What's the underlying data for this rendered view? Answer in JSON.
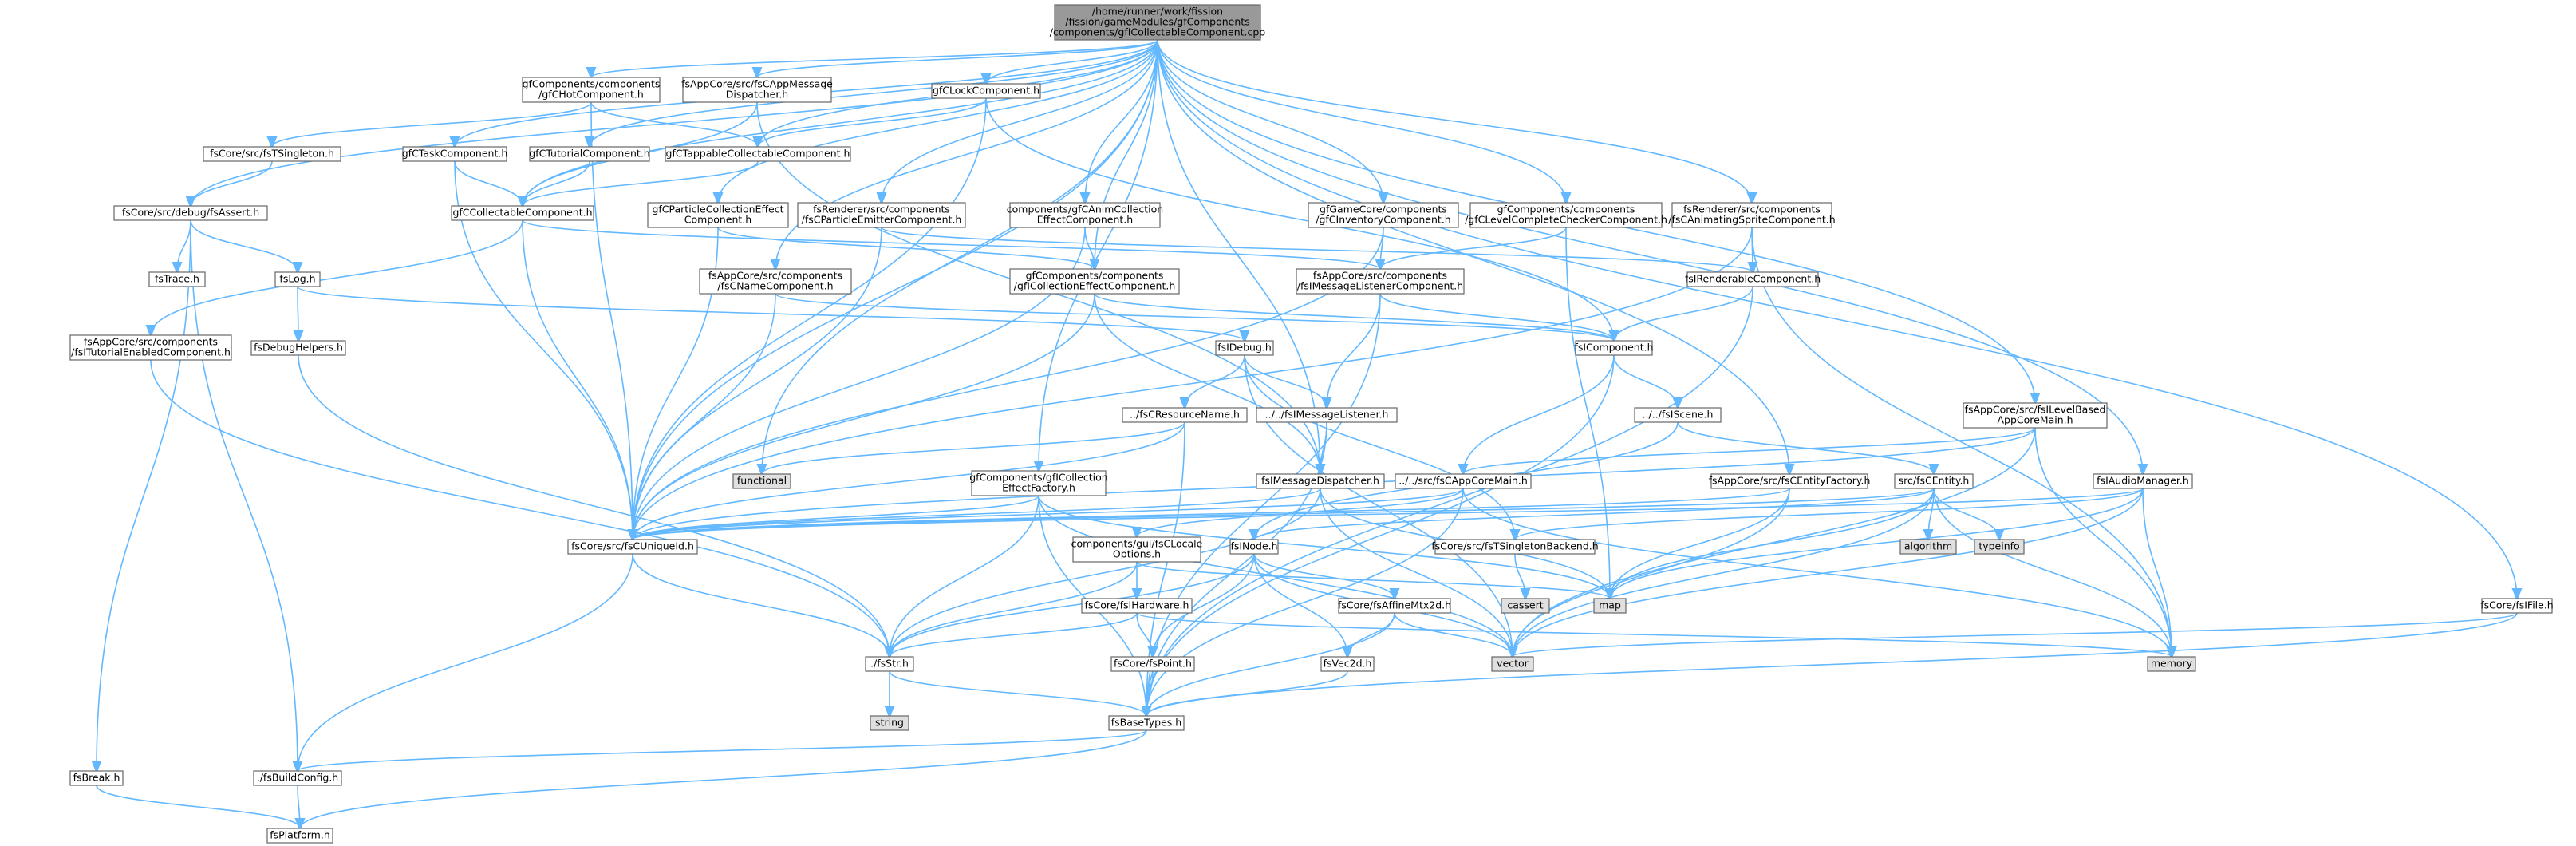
{
  "graph": {
    "colors": {
      "root_fill": "#999999",
      "node_fill": "#ffffff",
      "external_fill": "#e0e0e0",
      "edge": "#63b8ff",
      "border": "#666666"
    },
    "nodes": [
      {
        "id": "root",
        "lines": [
          "/home/runner/work/fission",
          "/fission/gameModules/gfComponents",
          "/components/gfICollectableComponent.cpp"
        ],
        "kind": "root"
      },
      {
        "id": "gfchot",
        "lines": [
          "gfComponents/components",
          "/gfCHotComponent.h"
        ],
        "kind": "normal"
      },
      {
        "id": "fsappmsg",
        "lines": [
          "fsAppCore/src/fsCAppMessage",
          "Dispatcher.h"
        ],
        "kind": "normal"
      },
      {
        "id": "gfclock",
        "lines": [
          "gfCLockComponent.h"
        ],
        "kind": "normal"
      },
      {
        "id": "fstsingleton",
        "lines": [
          "fsCore/src/fsTSingleton.h"
        ],
        "kind": "normal"
      },
      {
        "id": "gfctask",
        "lines": [
          "gfCTaskComponent.h"
        ],
        "kind": "normal"
      },
      {
        "id": "gfctutorial",
        "lines": [
          "gfCTutorialComponent.h"
        ],
        "kind": "normal"
      },
      {
        "id": "gfctappable",
        "lines": [
          "gfCTappableCollectableComponent.h"
        ],
        "kind": "normal"
      },
      {
        "id": "fsassert",
        "lines": [
          "fsCore/src/debug/fsAssert.h"
        ],
        "kind": "normal"
      },
      {
        "id": "gfccollectable",
        "lines": [
          "gfCCollectableComponent.h"
        ],
        "kind": "normal"
      },
      {
        "id": "gfcparticle",
        "lines": [
          "gfCParticleCollectionEffect",
          "Component.h"
        ],
        "kind": "normal"
      },
      {
        "id": "fsrparticle",
        "lines": [
          "fsRenderer/src/components",
          "/fsCParticleEmitterComponent.h"
        ],
        "kind": "normal"
      },
      {
        "id": "gfcanim",
        "lines": [
          "components/gfCAnimCollection",
          "EffectComponent.h"
        ],
        "kind": "normal"
      },
      {
        "id": "gfinventory",
        "lines": [
          "gfGameCore/components",
          "/gfCInventoryComponent.h"
        ],
        "kind": "normal"
      },
      {
        "id": "gflevel",
        "lines": [
          "gfComponents/components",
          "/gfCLevelCompleteCheckerComponent.h"
        ],
        "kind": "normal"
      },
      {
        "id": "fsranim",
        "lines": [
          "fsRenderer/src/components",
          "/fsCAnimatingSpriteComponent.h"
        ],
        "kind": "normal"
      },
      {
        "id": "fstrace",
        "lines": [
          "fsTrace.h"
        ],
        "kind": "normal"
      },
      {
        "id": "fslog",
        "lines": [
          "fsLog.h"
        ],
        "kind": "normal"
      },
      {
        "id": "fsname",
        "lines": [
          "fsAppCore/src/components",
          "/fsCNameComponent.h"
        ],
        "kind": "normal"
      },
      {
        "id": "gfcolleffect",
        "lines": [
          "gfComponents/components",
          "/gfICollectionEffectComponent.h"
        ],
        "kind": "normal"
      },
      {
        "id": "fsmsglistener",
        "lines": [
          "fsAppCore/src/components",
          "/fsIMessageListenerComponent.h"
        ],
        "kind": "normal"
      },
      {
        "id": "fsirenderable",
        "lines": [
          "fsIRenderableComponent.h"
        ],
        "kind": "normal"
      },
      {
        "id": "fstutorialenabled",
        "lines": [
          "fsAppCore/src/components",
          "/fsITutorialEnabledComponent.h"
        ],
        "kind": "normal"
      },
      {
        "id": "fsdebughelpers",
        "lines": [
          "fsDebugHelpers.h"
        ],
        "kind": "normal"
      },
      {
        "id": "fsdebug",
        "lines": [
          "fsIDebug.h"
        ],
        "kind": "normal"
      },
      {
        "id": "fsicomponent",
        "lines": [
          "fsIComponent.h"
        ],
        "kind": "normal"
      },
      {
        "id": "fsresname",
        "lines": [
          "../fsCResourceName.h"
        ],
        "kind": "normal"
      },
      {
        "id": "fsmsglistenerh",
        "lines": [
          "../../fsIMessageListener.h"
        ],
        "kind": "normal"
      },
      {
        "id": "fsiscene",
        "lines": [
          "../../fsIScene.h"
        ],
        "kind": "normal"
      },
      {
        "id": "fslevelbased",
        "lines": [
          "fsAppCore/src/fsILevelBased",
          "AppCoreMain.h"
        ],
        "kind": "normal"
      },
      {
        "id": "functional",
        "lines": [
          "functional"
        ],
        "kind": "external"
      },
      {
        "id": "gfcolleffectfactory",
        "lines": [
          "gfComponents/gfICollection",
          "EffectFactory.h"
        ],
        "kind": "normal"
      },
      {
        "id": "fsmsgdispatcher",
        "lines": [
          "fsIMessageDispatcher.h"
        ],
        "kind": "normal"
      },
      {
        "id": "fscappcoremain",
        "lines": [
          "../../src/fsCAppCoreMain.h"
        ],
        "kind": "normal"
      },
      {
        "id": "fscentityfactory",
        "lines": [
          "fsAppCore/src/fsCEntityFactory.h"
        ],
        "kind": "normal"
      },
      {
        "id": "fscentity",
        "lines": [
          "src/fsCEntity.h"
        ],
        "kind": "normal"
      },
      {
        "id": "fsiaudio",
        "lines": [
          "fsIAudioManager.h"
        ],
        "kind": "normal"
      },
      {
        "id": "fsuniqueid",
        "lines": [
          "fsCore/src/fsCUniqueId.h"
        ],
        "kind": "normal"
      },
      {
        "id": "locale",
        "lines": [
          "components/gui/fsCLocale",
          "Options.h"
        ],
        "kind": "normal"
      },
      {
        "id": "fsinode",
        "lines": [
          "fsINode.h"
        ],
        "kind": "normal"
      },
      {
        "id": "singletonbackend",
        "lines": [
          "fsCore/src/fsTSingletonBackend.h"
        ],
        "kind": "normal"
      },
      {
        "id": "algorithm",
        "lines": [
          "algorithm"
        ],
        "kind": "external"
      },
      {
        "id": "typeinfo",
        "lines": [
          "typeinfo"
        ],
        "kind": "external"
      },
      {
        "id": "cassert",
        "lines": [
          "cassert"
        ],
        "kind": "external"
      },
      {
        "id": "map",
        "lines": [
          "map"
        ],
        "kind": "external"
      },
      {
        "id": "fsihardware",
        "lines": [
          "fsCore/fsIHardware.h"
        ],
        "kind": "normal"
      },
      {
        "id": "fsaffine",
        "lines": [
          "fsCore/fsAffineMtx2d.h"
        ],
        "kind": "normal"
      },
      {
        "id": "fscorefile",
        "lines": [
          "fsCore/fsIFile.h"
        ],
        "kind": "normal"
      },
      {
        "id": "fsstr",
        "lines": [
          "./fsStr.h"
        ],
        "kind": "normal"
      },
      {
        "id": "vector",
        "lines": [
          "vector"
        ],
        "kind": "external"
      },
      {
        "id": "memory",
        "lines": [
          "memory"
        ],
        "kind": "external"
      },
      {
        "id": "fspoint",
        "lines": [
          "fsCore/fsPoint.h"
        ],
        "kind": "normal"
      },
      {
        "id": "fsvec2d",
        "lines": [
          "fsVec2d.h"
        ],
        "kind": "normal"
      },
      {
        "id": "string",
        "lines": [
          "string"
        ],
        "kind": "external"
      },
      {
        "id": "fsbasetypes",
        "lines": [
          "fsBaseTypes.h"
        ],
        "kind": "normal"
      },
      {
        "id": "fsbreak",
        "lines": [
          "fsBreak.h"
        ],
        "kind": "normal"
      },
      {
        "id": "fsbuildconfig",
        "lines": [
          "./fsBuildConfig.h"
        ],
        "kind": "normal"
      },
      {
        "id": "fsplatform",
        "lines": [
          "fsPlatform.h"
        ],
        "kind": "normal"
      }
    ]
  }
}
